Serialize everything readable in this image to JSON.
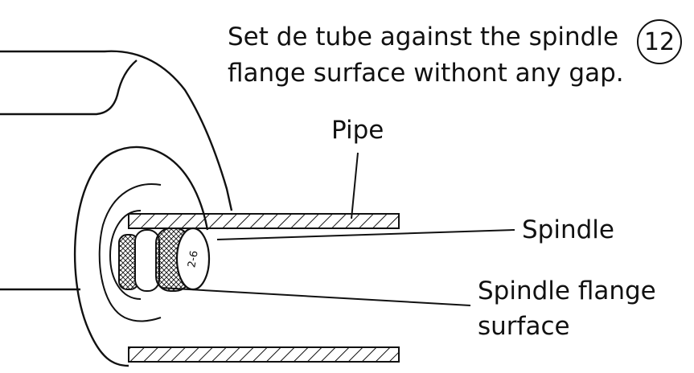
{
  "instruction": {
    "line1": "Set de tube against the spindle",
    "line2": "flange surface withont any gap."
  },
  "step_number": "12",
  "labels": {
    "pipe": "Pipe",
    "spindle": "Spindle",
    "flange_line1": "Spindle flange",
    "flange_line2": "surface"
  },
  "spindle_marking": "2-6",
  "colors": {
    "ink": "#111111",
    "paper": "#ffffff"
  }
}
